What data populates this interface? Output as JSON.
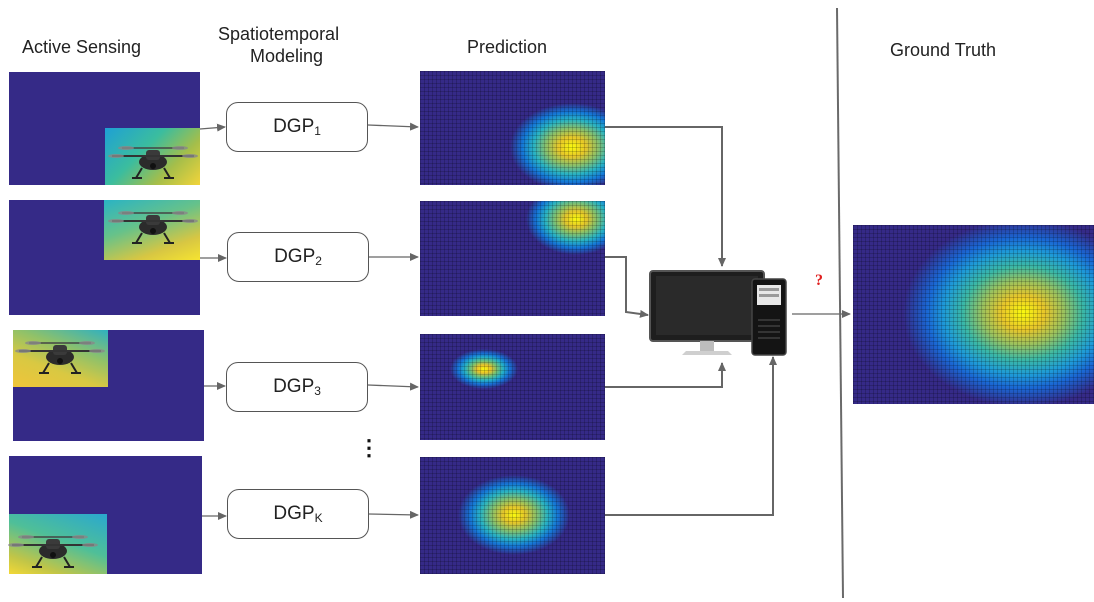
{
  "columns": {
    "active_sensing": "Active Sensing",
    "spatiotemporal_line1": "Spatiotemporal",
    "spatiotemporal_line2": "Modeling",
    "prediction": "Prediction",
    "ground_truth": "Ground Truth"
  },
  "models": [
    {
      "label": "DGP",
      "sub": "1"
    },
    {
      "label": "DGP",
      "sub": "2"
    },
    {
      "label": "DGP",
      "sub": "3"
    },
    {
      "label": "DGP",
      "sub": "K"
    }
  ],
  "continuation": "⋮",
  "question_mark": "?",
  "colors": {
    "background": "#ffffff",
    "field_dark": "#352a87",
    "heat_peak": "#f9fb0e",
    "heat_mid": "#33b7a0",
    "arrow": "#666666",
    "divider": "#666666",
    "question": "#e02020"
  }
}
